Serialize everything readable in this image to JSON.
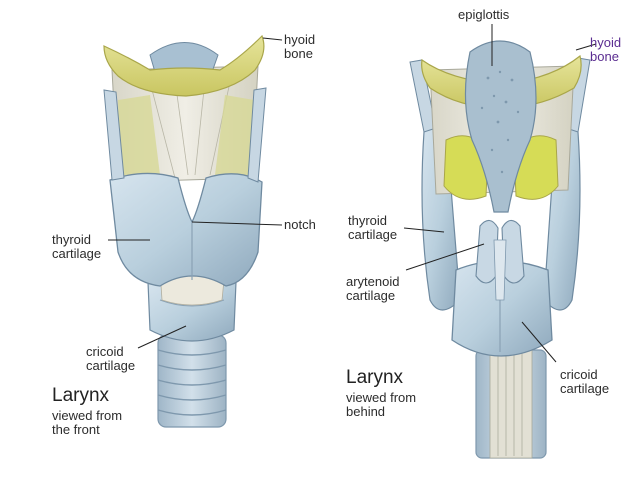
{
  "colors": {
    "cartilage": "#b9cfdd",
    "cartilage_dark": "#7e98ad",
    "bone": "#d9d77a",
    "bone_dark": "#a9a64a",
    "membrane": "#e9e6dc",
    "membrane_line": "#a8a89a",
    "trachea": "#bed0dc",
    "purple_label": "#5b2d91"
  },
  "front": {
    "labels": {
      "hyoid_1": "hyoid",
      "hyoid_2": "bone",
      "notch": "notch",
      "thyroid_1": "thyroid",
      "thyroid_2": "cartilage",
      "cricoid_1": "cricoid",
      "cricoid_2": "cartilage"
    },
    "caption": {
      "title": "Larynx",
      "line1": "viewed from",
      "line2": "the front"
    }
  },
  "back": {
    "labels": {
      "epiglottis": "epiglottis",
      "hyoid_1": "hyoid",
      "hyoid_2": "bone",
      "thyroid_1": "thyroid",
      "thyroid_2": "cartilage",
      "arytenoid_1": "arytenoid",
      "arytenoid_2": "cartilage",
      "cricoid_1": "cricoid",
      "cricoid_2": "cartilage"
    },
    "caption": {
      "title": "Larynx",
      "line1": "viewed from",
      "line2": "behind"
    }
  }
}
